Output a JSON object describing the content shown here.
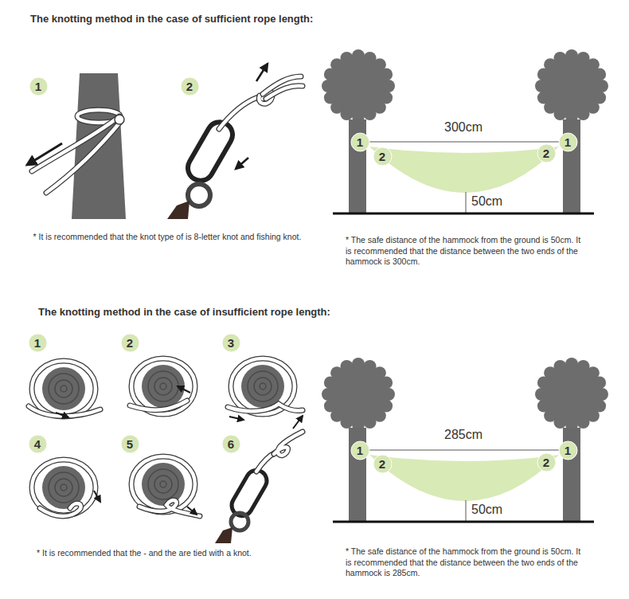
{
  "diagram": {
    "nodes": [
      {
        "text": [
          "1"
        ]
      },
      {
        "text": [
          "2"
        ]
      },
      {
        "text": [
          "1"
        ]
      },
      {
        "text": [
          "2"
        ]
      },
      {
        "text": [
          "2"
        ]
      },
      {
        "text": [
          "1"
        ]
      },
      {
        "text": [
          "1"
        ]
      },
      {
        "text": [
          "2"
        ]
      },
      {
        "text": [
          "3"
        ]
      },
      {
        "text": [
          "4"
        ]
      },
      {
        "text": [
          "5"
        ]
      },
      {
        "text": [
          "6"
        ]
      },
      {
        "text": [
          "1"
        ]
      },
      {
        "text": [
          "2"
        ]
      },
      {
        "text": [
          "2"
        ]
      },
      {
        "text": [
          "1"
        ]
      }
    ],
    "labels": [
      "The knotting method in the case of sufficient rope length:",
      "* It is recommended that the knot type of is 8-letter knot and fishing knot.",
      "300cm",
      "50cm",
      "* The safe distance of the hammock from the ground is 50cm. It is recommended that the distance between the two ends of the hammock is 300cm.",
      "The knotting method in the case of insufficient rope length:",
      "* It is recommended that the - and the are tied with a knot.",
      "285cm",
      "50cm",
      "* The safe distance of the hammock from the ground is 50cm. It is recommended that the distance between the two ends of the hammock is 285cm."
    ]
  }
}
